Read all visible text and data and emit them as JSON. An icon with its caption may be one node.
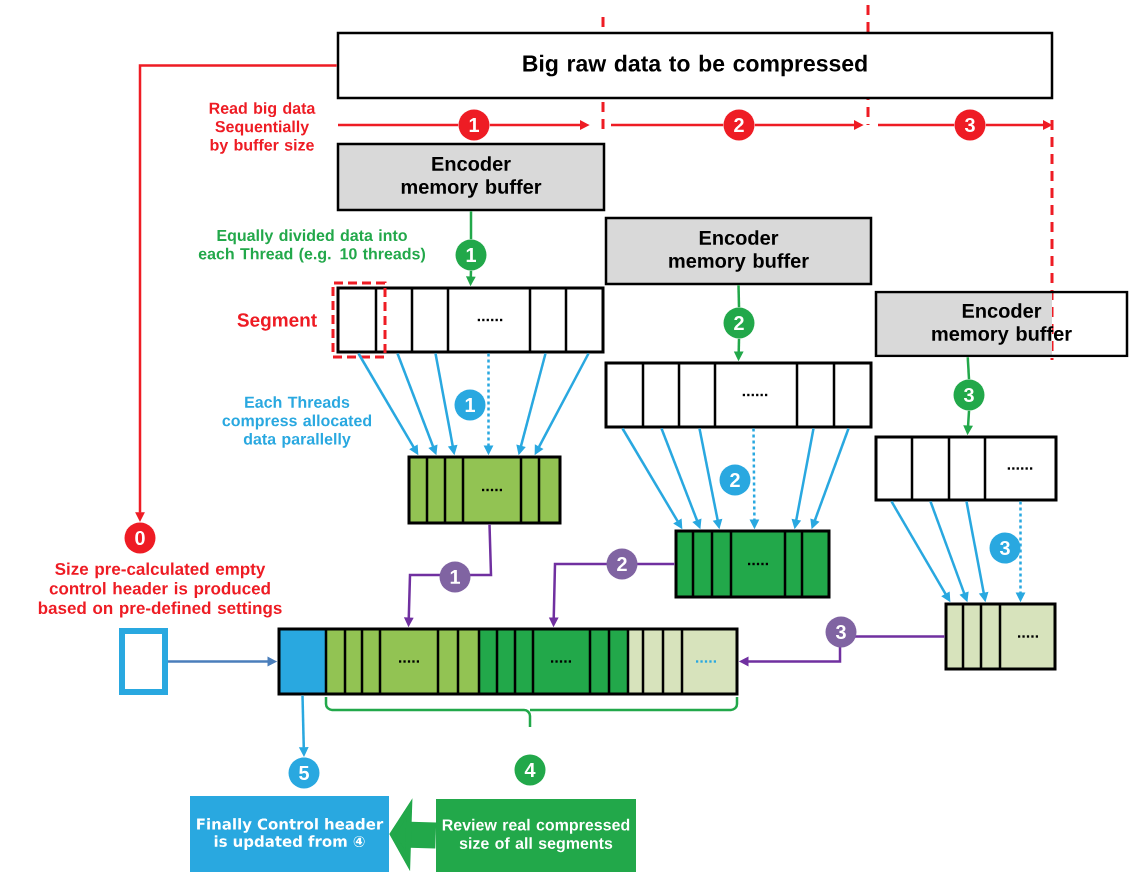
{
  "diagram": {
    "nodes": [
      {
        "text": [
          "Big raw data to be compressed"
        ]
      },
      {
        "text": [
          "Encoder memory buffer"
        ]
      },
      {
        "text": [
          "Encoder memory buffer"
        ]
      },
      {
        "text": [
          "Encoder memory buffer"
        ]
      },
      {
        "text": [
          "......"
        ]
      },
      {
        "text": [
          "......"
        ]
      },
      {
        "text": [
          "......"
        ]
      },
      {
        "text": [
          "....."
        ]
      },
      {
        "text": [
          "....."
        ]
      },
      {
        "text": [
          "....."
        ]
      },
      {
        "text": [
          ".....",
          ".....",
          "....."
        ]
      },
      {
        "text": [],
        "shape": "box"
      },
      {
        "text": [
          "Finally Control header is updated from ④"
        ]
      },
      {
        "text": [
          "Review real compressed size of all segments"
        ]
      },
      {
        "text": [
          "0"
        ],
        "beside": [
          "Size pre-calculated empty control header is produced based on pre-defined settings"
        ]
      },
      {
        "text": [
          "5"
        ]
      },
      {
        "text": [
          "1"
        ]
      },
      {
        "text": [
          "2"
        ]
      },
      {
        "text": [
          "3"
        ]
      },
      {
        "text": [
          "1"
        ]
      },
      {
        "text": [
          "2"
        ]
      },
      {
        "text": [
          "3"
        ]
      },
      {
        "text": [],
        "shape": "box",
        "beside": [
          "Segment"
        ]
      },
      {
        "text": [
          "4"
        ]
      },
      {
        "text": [
          "1"
        ]
      },
      {
        "text": [
          "2"
        ]
      },
      {
        "text": [
          "3"
        ]
      }
    ],
    "edges": [
      {
        "from": 0,
        "to": 14,
        "arrow": "to",
        "color": "#ee1c24"
      },
      {
        "from": 1,
        "to": 24,
        "arrow": "none",
        "color": "#22a84a"
      },
      {
        "from": 2,
        "to": 25,
        "arrow": "none",
        "color": "#22a84a"
      },
      {
        "from": 3,
        "to": 26,
        "arrow": "none",
        "color": "#22a84a"
      },
      {
        "from": 4,
        "to": 7,
        "arrow": "to"
      },
      {
        "from": 4,
        "to": 7,
        "arrow": "to"
      },
      {
        "from": 4,
        "to": 7,
        "arrow": "to"
      },
      {
        "from": 4,
        "to": 7,
        "arrow": "to",
        "style": "dashed"
      },
      {
        "from": 4,
        "to": 7,
        "arrow": "to"
      },
      {
        "from": 4,
        "to": 7,
        "arrow": "to"
      },
      {
        "from": 5,
        "to": 8,
        "arrow": "to"
      },
      {
        "from": 5,
        "to": 8,
        "arrow": "to"
      },
      {
        "from": 5,
        "to": 8,
        "arrow": "to"
      },
      {
        "from": 5,
        "to": 8,
        "arrow": "to",
        "style": "dashed"
      },
      {
        "from": 5,
        "to": 8,
        "arrow": "to"
      },
      {
        "from": 5,
        "to": 8,
        "arrow": "to"
      },
      {
        "from": 6,
        "to": 9,
        "arrow": "to"
      },
      {
        "from": 6,
        "to": 9,
        "arrow": "to"
      },
      {
        "from": 6,
        "to": 9,
        "arrow": "to"
      },
      {
        "from": 6,
        "to": 9,
        "arrow": "to",
        "style": "dashed"
      },
      {
        "from": 7,
        "to": 10,
        "arrow": "to",
        "label": "1",
        "color": "#7030a0"
      },
      {
        "from": 8,
        "to": 10,
        "arrow": "to",
        "label": "2",
        "color": "#7030a0"
      },
      {
        "from": 9,
        "to": 10,
        "arrow": "to",
        "label": "3",
        "color": "#7030a0"
      },
      {
        "from": 11,
        "to": 10,
        "arrow": "to",
        "color": "#4a7ebb"
      },
      {
        "from": 10,
        "to": 15,
        "arrow": "to"
      },
      {
        "from": 13,
        "to": 12,
        "arrow": "to",
        "style": "thick",
        "color": "#22a84a"
      },
      {
        "from": null,
        "to": 16,
        "arrow": "none",
        "color": "#ee1c24"
      },
      {
        "from": 16,
        "to": null,
        "arrow": "to",
        "color": "#ee1c24"
      },
      {
        "from": null,
        "to": 17,
        "arrow": "none",
        "color": "#ee1c24"
      },
      {
        "from": 17,
        "to": null,
        "arrow": "to",
        "color": "#ee1c24"
      },
      {
        "from": null,
        "to": 18,
        "arrow": "none",
        "color": "#ee1c24"
      },
      {
        "from": 18,
        "to": null,
        "arrow": "to",
        "color": "#ee1c24"
      },
      {
        "from": 24,
        "to": 4,
        "arrow": "to",
        "color": "#22a84a"
      },
      {
        "from": 25,
        "to": 5,
        "arrow": "to",
        "color": "#22a84a"
      },
      {
        "from": 26,
        "to": 6,
        "arrow": "to",
        "color": "#22a84a"
      }
    ],
    "labels": [
      "Read big data Sequentially by buffer size",
      "Equally divided data into each Thread (e.g. 10 threads)",
      "Each Threads compress allocated data parallelly"
    ]
  }
}
